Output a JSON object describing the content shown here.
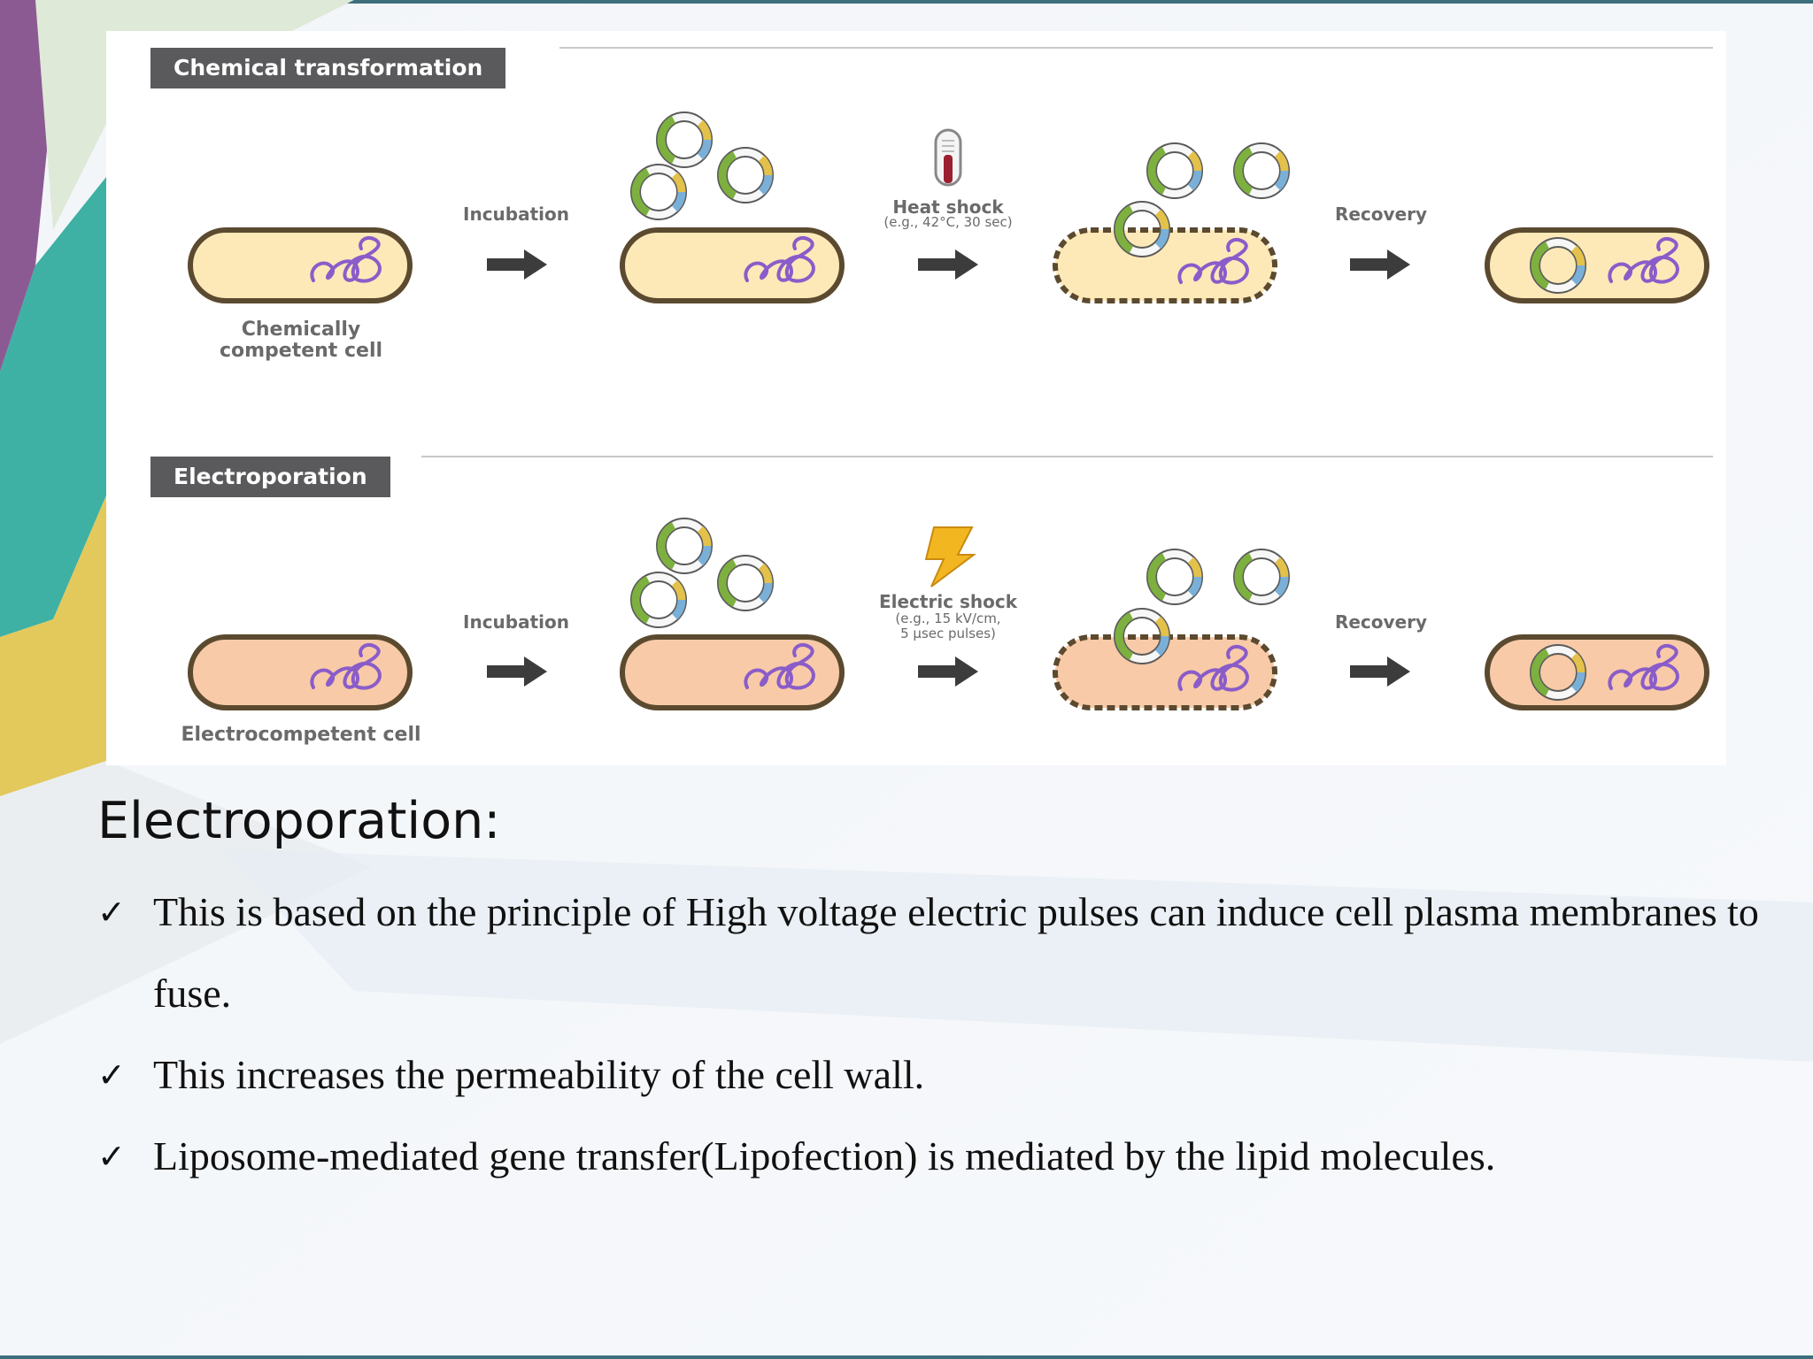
{
  "diagram": {
    "sections": [
      {
        "title": "Chemical transformation",
        "steps": [
          "Incubation",
          "Heat shock",
          "Recovery"
        ],
        "shock_condition": "(e.g., 42°C, 30 sec)",
        "cell_label_line1": "Chemically",
        "cell_label_line2": "competent cell",
        "cell_color": "#fde9b8",
        "shock_icon": "thermometer-icon"
      },
      {
        "title": "Electroporation",
        "steps": [
          "Incubation",
          "Electric shock",
          "Recovery"
        ],
        "shock_condition_line1": "(e.g., 15 kV/cm,",
        "shock_condition_line2": "5 μsec pulses)",
        "cell_label": "Electrocompetent cell",
        "cell_color": "#f8caa8",
        "shock_icon": "lightning-bolt-icon"
      }
    ],
    "colors": {
      "header_bg": "#5a5a5d",
      "cell_outline": "#5b4a2f",
      "chromosome": "#8a5cc9",
      "arrow": "#3c3c3c",
      "plasmid_green": "#7db03f",
      "plasmid_blue": "#7ab0d8",
      "plasmid_yellow": "#e3c14a"
    }
  },
  "content": {
    "title": "Electroporation:",
    "bullet_mark": "✓",
    "bullets": [
      "This is based on the principle of High voltage electric pulses can induce cell plasma membranes to fuse.",
      "This increases the permeability of the cell wall.",
      "Liposome-mediated gene transfer(Lipofection) is mediated by the lipid molecules."
    ]
  }
}
